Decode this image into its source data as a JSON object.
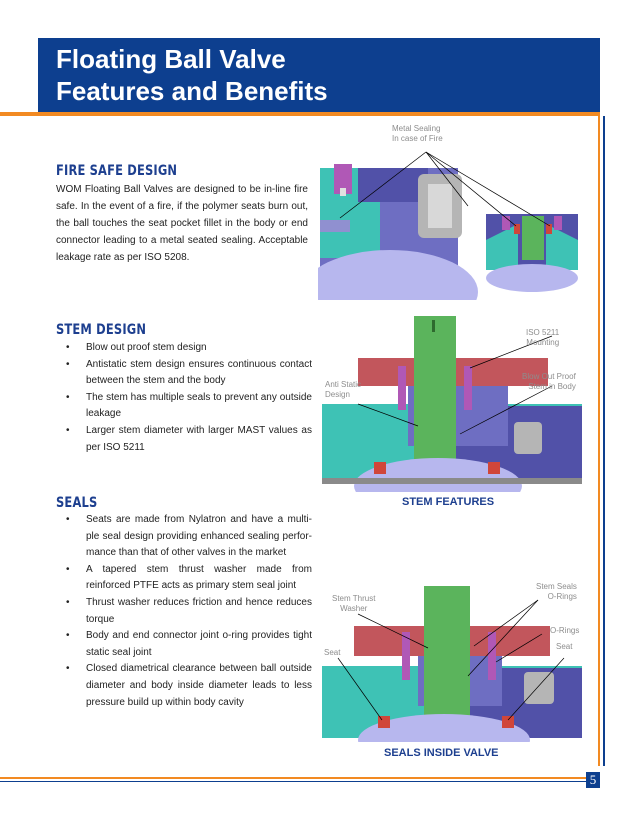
{
  "header": {
    "title_line1": "Floating Ball Valve",
    "title_line2": "Features and Benefits"
  },
  "page_number": "5",
  "fire_safe": {
    "heading": "FIRE SAFE DESIGN",
    "body": "WOM Floating Ball Valves are designed to be in-line fire safe. In the event of a fire, if the polymer seats burn out, the ball touches the seat pocket fillet in the body or end connector leading to a metal seated sealing. Acceptable leakage rate as per ISO 5208.",
    "figure_label": "Metal Sealing\nIn case of Fire"
  },
  "stem": {
    "heading": "STEM DESIGN",
    "bullets": [
      "Blow out proof stem design",
      "Antistatic stem design ensures continuous contact between the stem and the body",
      "The stem has multiple seals to prevent any outside leakage",
      "Larger stem diameter with larger MAST values as per ISO 5211"
    ],
    "labels": {
      "iso": "ISO 5211\nMounting",
      "blowout": "Blow Out Proof\nStem in Body",
      "antistatic": "Anti Static\nDesign"
    },
    "caption": "STEM FEATURES"
  },
  "seals": {
    "heading": "SEALS",
    "bullets": [
      "Seats are made from Nylatron and have a multi-ple seal design providing enhanced sealing perfor-mance than that of other valves in the market",
      "A tapered stem thrust washer made from reinforced PTFE acts as primary stem seal joint",
      "Thrust washer reduces friction and hence reduces torque",
      "Body and end connector joint o-ring provides tight static seal joint",
      "Closed diametrical clearance between ball outside diameter and body inside diameter leads to less pressure build up within body cavity"
    ],
    "labels": {
      "thrust": "Stem Thrust\nWasher",
      "stem_seals": "Stem Seals\nO-Rings",
      "orings": "O-Rings",
      "seat_left": "Seat",
      "seat_right": "Seat"
    },
    "caption": "SEALS INSIDE VALVE"
  },
  "colors": {
    "header_blue": "#0d3f8f",
    "accent_orange": "#f28a22",
    "heading_blue": "#1d3f8f"
  }
}
